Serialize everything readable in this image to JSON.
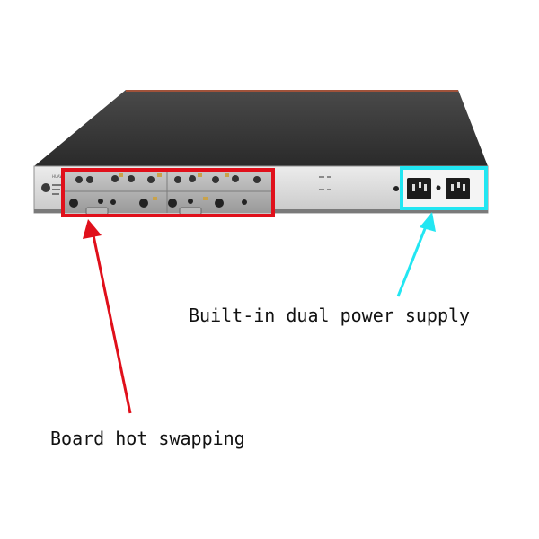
{
  "callouts": {
    "power": {
      "label": "Built-in dual power supply",
      "color": "#22e6f2"
    },
    "board": {
      "label": "Board hot swapping",
      "color": "#e0101b"
    }
  },
  "device": {
    "brand": "HUAWEI"
  }
}
